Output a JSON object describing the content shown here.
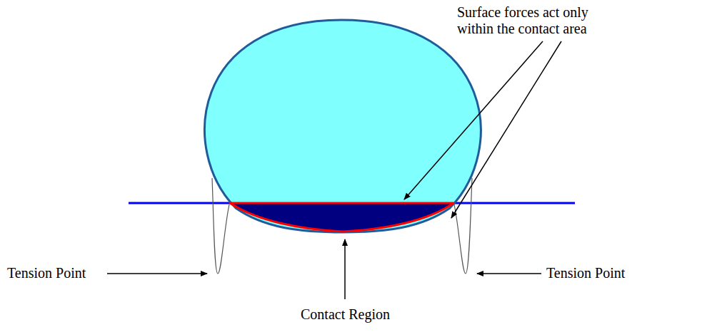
{
  "diagram": {
    "labels": [
      "Surface forces act only within the contact area",
      "Tension Point",
      "Tension Point",
      "Contact Region"
    ]
  }
}
